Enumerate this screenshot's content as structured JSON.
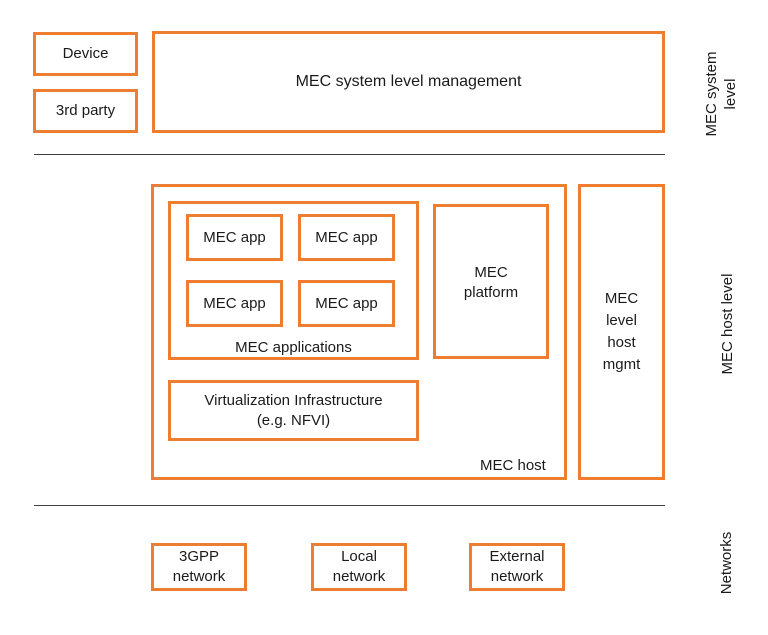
{
  "accent_color": "#ED7D31",
  "system_level": {
    "device": "Device",
    "third_party": "3rd party",
    "management": "MEC system level management",
    "side_label_line1": "MEC system",
    "side_label_line2": "level"
  },
  "host_level": {
    "apps": [
      "MEC app",
      "MEC app",
      "MEC app",
      "MEC app"
    ],
    "applications_label": "MEC applications",
    "platform_line1": "MEC",
    "platform_line2": "platform",
    "virtualization_line1": "Virtualization Infrastructure",
    "virtualization_line2": "(e.g. NFVI)",
    "host_label": "MEC host",
    "mgmt_lines": [
      "MEC",
      "level",
      "host",
      "mgmt"
    ],
    "side_label": "MEC host level"
  },
  "networks": {
    "items": [
      {
        "line1": "3GPP",
        "line2": "network"
      },
      {
        "line1": "Local",
        "line2": "network"
      },
      {
        "line1": "External",
        "line2": "network"
      }
    ],
    "side_label": "Networks"
  }
}
